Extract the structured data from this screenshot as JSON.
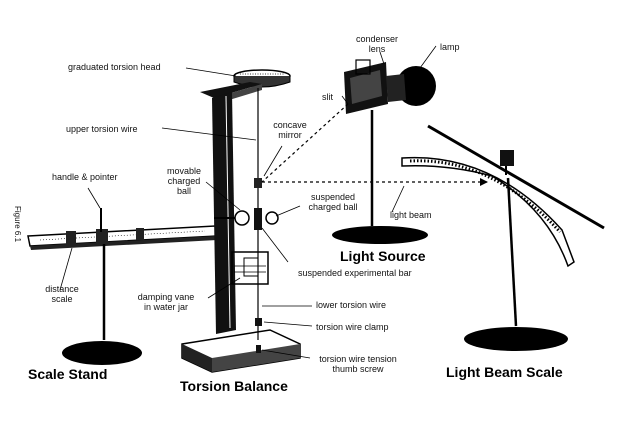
{
  "figure": {
    "number_label": "Figure 6.1"
  },
  "labels": {
    "graduated_torsion_head": "graduated torsion head",
    "upper_torsion_wire": "upper torsion wire",
    "concave_mirror": [
      "concave",
      "mirror"
    ],
    "slit": "slit",
    "condenser_lens": [
      "condenser",
      "lens"
    ],
    "lamp": "lamp",
    "movable_charged_ball": [
      "movable",
      "charged",
      "ball"
    ],
    "handle_pointer": "handle & pointer",
    "suspended_charged_ball": [
      "suspended",
      "charged ball"
    ],
    "light_beam": "light beam",
    "distance_scale": [
      "distance",
      "scale"
    ],
    "suspended_experimental_bar": "suspended experimental bar",
    "damping_vane": [
      "damping vane",
      "in water jar"
    ],
    "lower_torsion_wire": "lower torsion wire",
    "torsion_wire_clamp": "torsion wire clamp",
    "thumb_screw": [
      "torsion wire tension",
      "thumb screw"
    ]
  },
  "titles": {
    "scale_stand": "Scale Stand",
    "torsion_balance": "Torsion Balance",
    "light_source": "Light Source",
    "light_beam_scale": "Light Beam Scale"
  }
}
